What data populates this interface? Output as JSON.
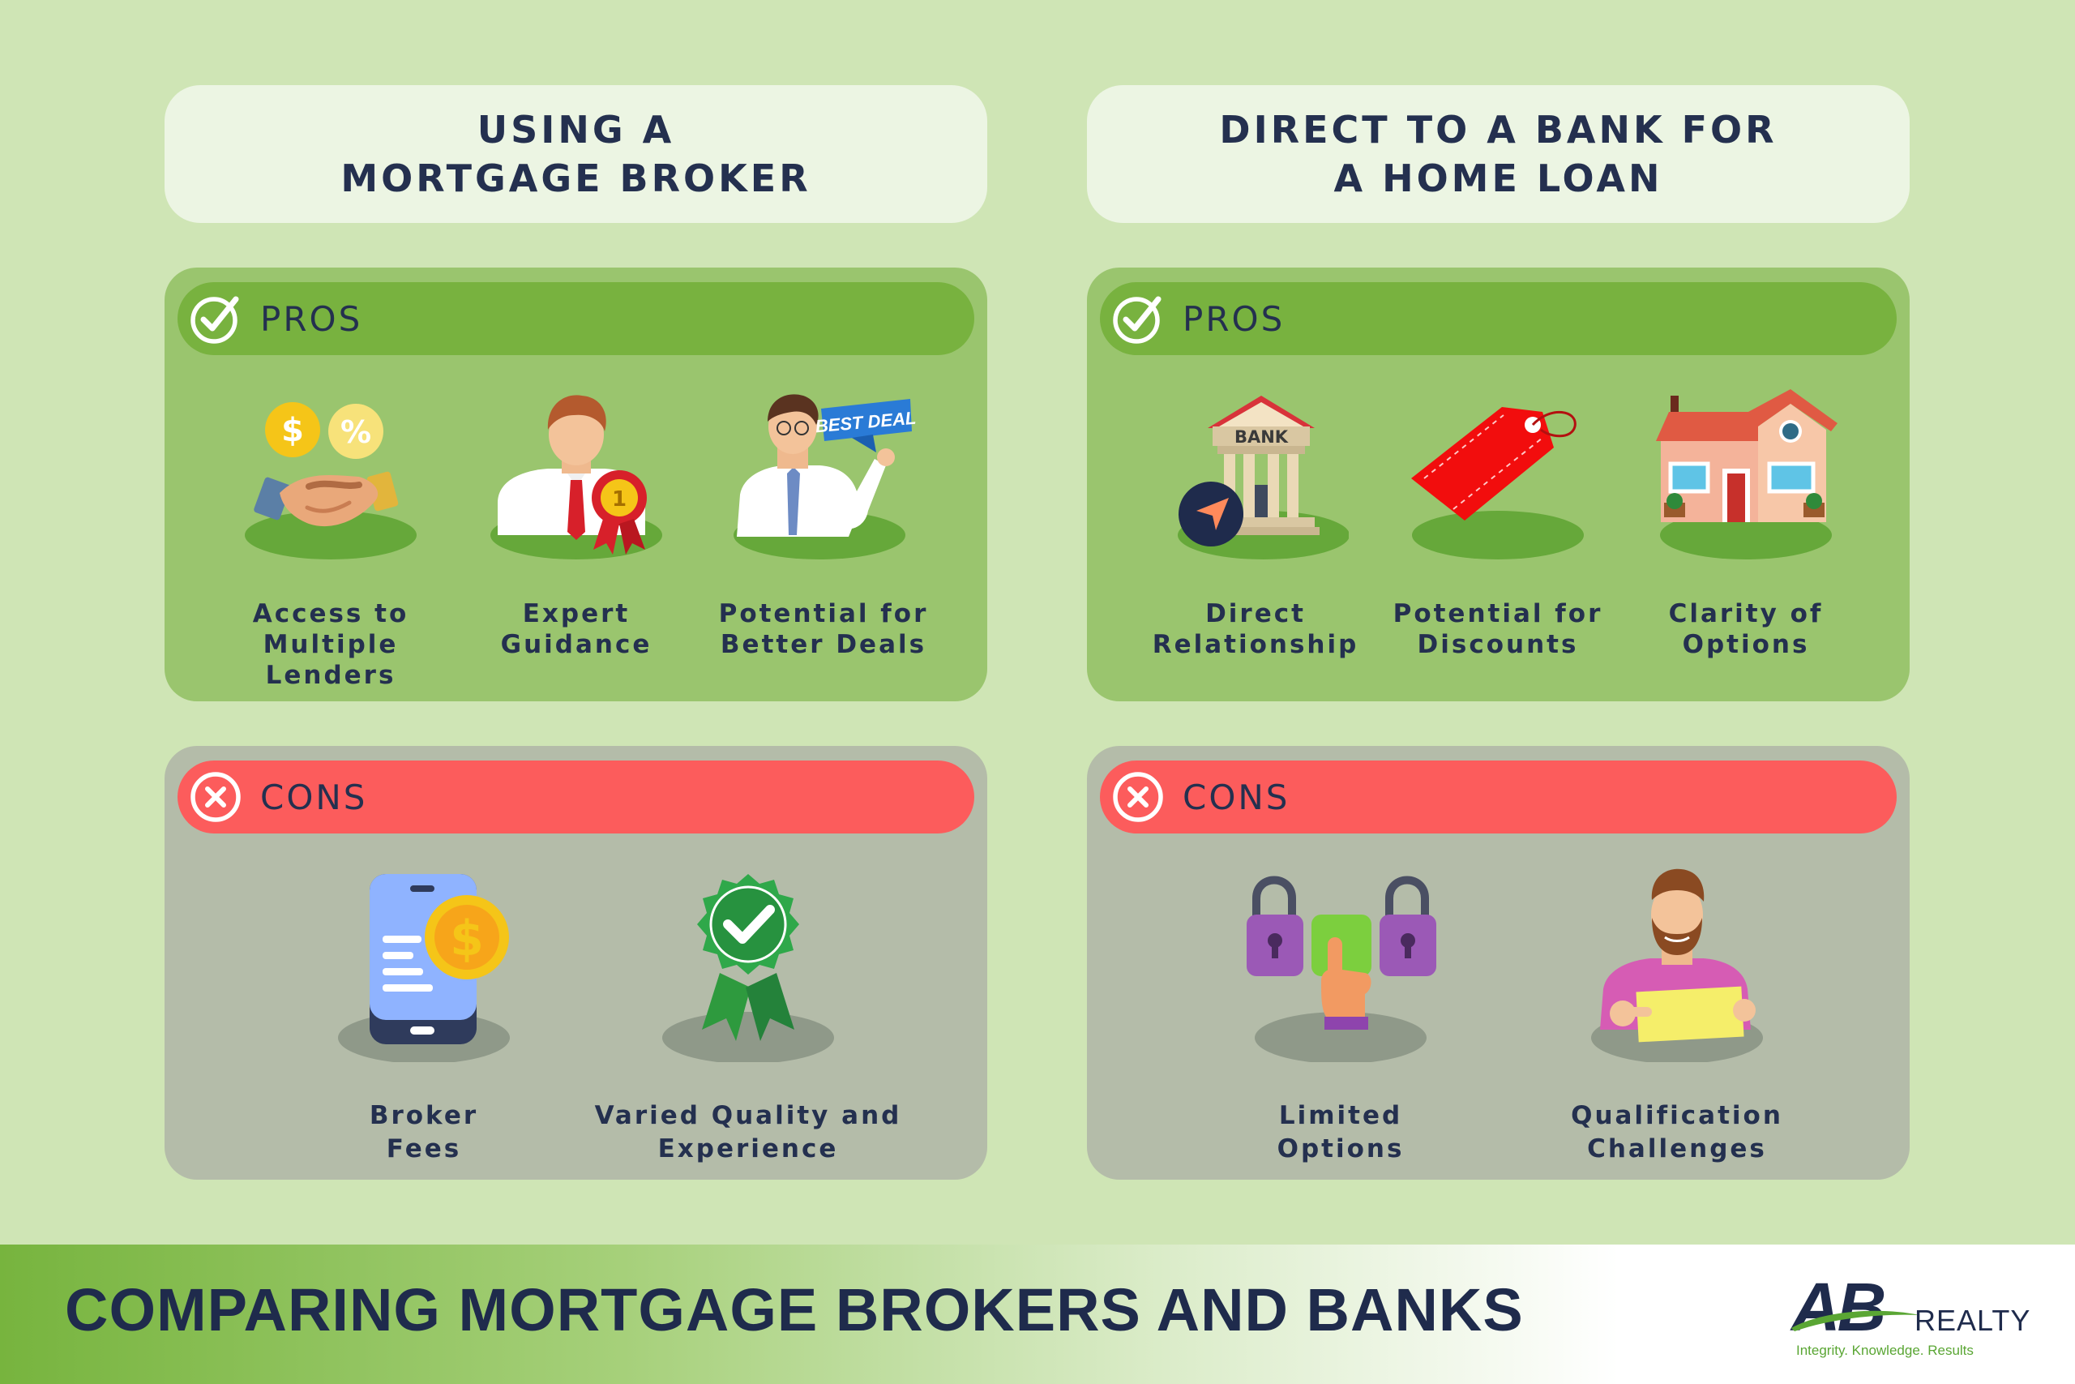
{
  "broker": {
    "heading": [
      "USING A",
      "MORTGAGE BROKER"
    ],
    "pros": {
      "label": "PROS",
      "items": [
        {
          "label": [
            "Access to",
            "Multiple Lenders"
          ],
          "icon": "handshake-icon"
        },
        {
          "label": [
            "Expert",
            "Guidance"
          ],
          "icon": "expert-award-icon"
        },
        {
          "label": [
            "Potential for",
            "Better Deals"
          ],
          "icon": "best-deal-icon",
          "badge": "BEST DEAL"
        }
      ]
    },
    "cons": {
      "label": "CONS",
      "items": [
        {
          "label": [
            "Broker",
            "Fees"
          ],
          "icon": "phone-coin-icon"
        },
        {
          "label": [
            "Varied Quality and",
            "Experience"
          ],
          "icon": "rosette-check-icon"
        }
      ]
    }
  },
  "bank": {
    "heading": [
      "DIRECT TO A BANK FOR",
      "A HOME LOAN"
    ],
    "pros": {
      "label": "PROS",
      "items": [
        {
          "label": [
            "Direct",
            "Relationship"
          ],
          "icon": "bank-building-icon",
          "sign": "BANK"
        },
        {
          "label": [
            "Potential for",
            "Discounts"
          ],
          "icon": "price-tag-icon"
        },
        {
          "label": [
            "Clarity of",
            "Options"
          ],
          "icon": "house-icon"
        }
      ]
    },
    "cons": {
      "label": "CONS",
      "items": [
        {
          "label": [
            "Limited",
            "Options"
          ],
          "icon": "padlocks-icon"
        },
        {
          "label": [
            "Qualification",
            "Challenges"
          ],
          "icon": "man-with-sign-icon"
        }
      ]
    }
  },
  "footer": {
    "title": "COMPARING MORTGAGE BROKERS AND BANKS",
    "logo_mark": "AB",
    "logo_word": "REALTY",
    "logo_tagline": "Integrity. Knowledge. Results"
  },
  "colors": {
    "background": "#cfe5b5",
    "pros_panel": "#9ac56e",
    "pros_bar": "#78b23f",
    "cons_panel": "#b4bca9",
    "cons_bar": "#fc5c5c",
    "navy": "#24304f"
  }
}
